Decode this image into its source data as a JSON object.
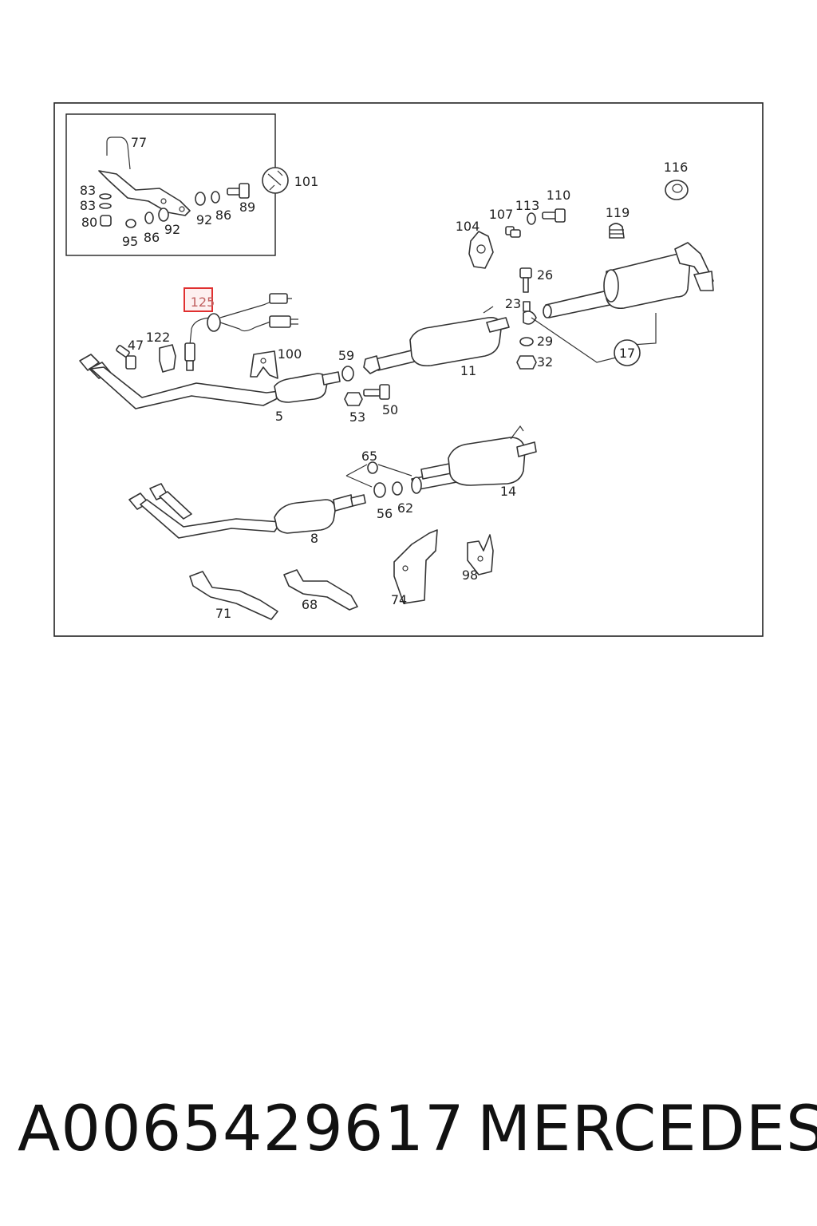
{
  "diagram": {
    "callouts": {
      "p77": "77",
      "p83a": "83",
      "p83b": "83",
      "p80": "80",
      "p95": "95",
      "p86a": "86",
      "p92a": "92",
      "p92b": "92",
      "p86b": "86",
      "p89": "89",
      "p101": "101",
      "p116": "116",
      "p104": "104",
      "p107": "107",
      "p113": "113",
      "p110": "110",
      "p119": "119",
      "p26": "26",
      "p23": "23",
      "p29": "29",
      "p32": "32",
      "p17": "17",
      "p125": "125",
      "p47": "47",
      "p122": "122",
      "p100": "100",
      "p59": "59",
      "p11": "11",
      "p5": "5",
      "p53": "53",
      "p50": "50",
      "p65": "65",
      "p14": "14",
      "p56": "56",
      "p62": "62",
      "p8": "8",
      "p71": "71",
      "p68": "68",
      "p74": "74",
      "p98": "98"
    },
    "highlighted_part": "125",
    "highlight_color": "#e03030"
  },
  "footer": {
    "part_number": "A0065429617",
    "brand": "MERCEDES"
  }
}
